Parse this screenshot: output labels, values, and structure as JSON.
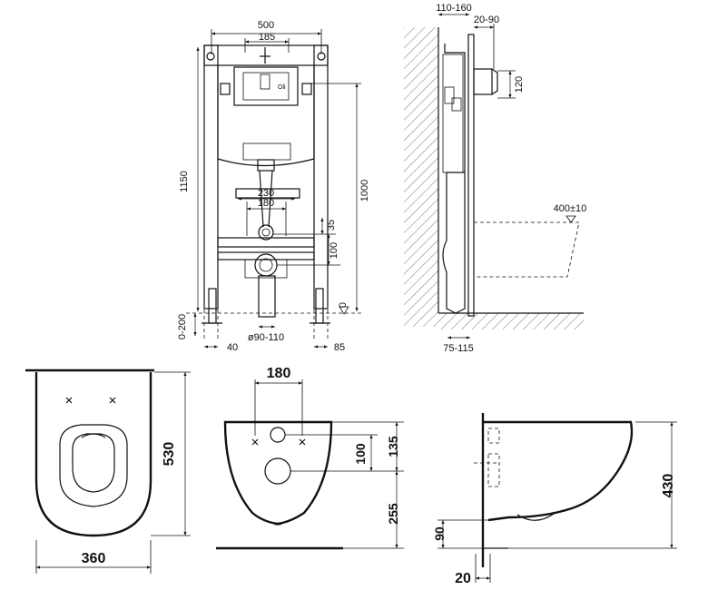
{
  "dims": {
    "frame_width": "500",
    "flush_plate_width": "185",
    "frame_height": "1150",
    "flush_height": "1000",
    "bolt_spacing_outer": "230",
    "bolt_spacing_inner": "180",
    "inlet_offset": "35",
    "bolt_to_outlet": "100",
    "floor_zero": "0",
    "foot_adjust": "0-200",
    "foot_offset": "40",
    "drain_diameter": "ø90-110",
    "foot_depth": "85",
    "wall_depth": "110-160",
    "plate_offset": "20-90",
    "flush_pipe_height": "120",
    "bowl_height": "400±10",
    "floor_depth": "75-115",
    "bowl_width": "360",
    "bowl_length": "530",
    "bolt_pitch": "180",
    "bolt_to_inlet": "135",
    "inlet_to_outlet": "100",
    "outlet_height": "255",
    "side_height": "430",
    "side_outlet_height": "90",
    "side_wall_gap": "20"
  }
}
